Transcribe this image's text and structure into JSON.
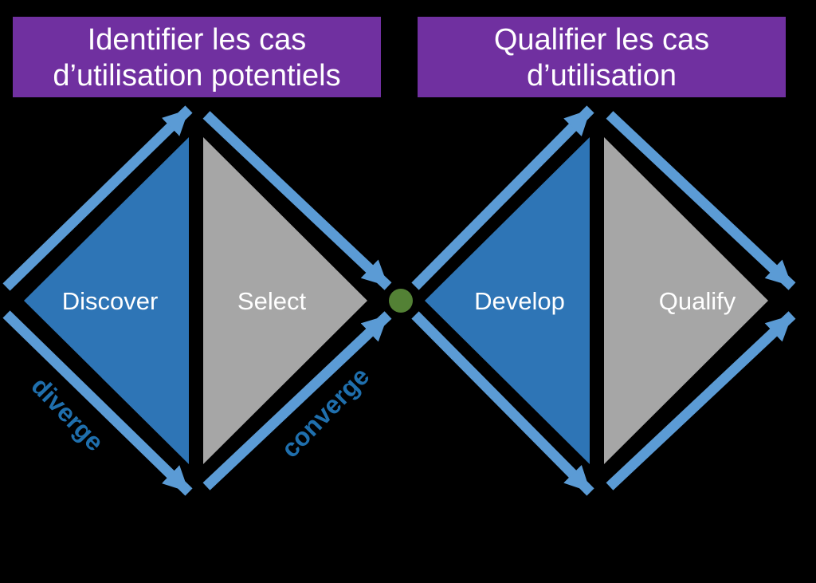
{
  "diagram": {
    "headers": {
      "left": {
        "line1": "Identifier les cas",
        "line2": "d’utilisation potentiels"
      },
      "right": {
        "line1": "Qualifier les cas",
        "line2": "d’utilisation"
      }
    },
    "phases": {
      "discover": "Discover",
      "select": "Select",
      "develop": "Develop",
      "qualify": "Qualify"
    },
    "annotations": {
      "diverge": "diverge",
      "converge": "converge"
    },
    "colors": {
      "background": "#000000",
      "header_purple": "#7030A0",
      "header_text": "#FFFFFF",
      "triangle_blue": "#2E75B6",
      "triangle_gray": "#A6A6A6",
      "arrow_blue": "#5B9BD5",
      "milestone_green": "#538135",
      "annotation_blue": "#1F6FAD",
      "phase_label_text": "#FFFFFF"
    }
  }
}
